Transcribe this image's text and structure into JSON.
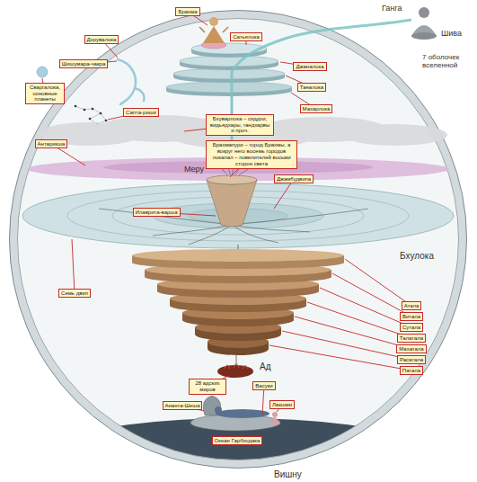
{
  "diagram": {
    "nodes": [
      {
        "text": [
          "Брахма"
        ]
      },
      {
        "text": [
          "Дхрувалока"
        ]
      },
      {
        "text": [
          "Сатьялока"
        ]
      },
      {
        "text": [
          "Шишумара-чакра"
        ]
      },
      {
        "text": [
          "Джаналока"
        ]
      },
      {
        "text": [
          "Сваргалока, основные планеты"
        ]
      },
      {
        "text": [
          "Таналока"
        ]
      },
      {
        "text": [
          "Сапта-риши"
        ]
      },
      {
        "text": [
          "Махарлока"
        ]
      },
      {
        "text": [
          "Бхуварлока – сиддхи, видьядхары, гандхарвы и проч."
        ]
      },
      {
        "text": [
          "Антарикша"
        ]
      },
      {
        "text": [
          "Брахмапури – город Брахмы, а вокруг него восемь городов локапал – повелителей восьми сторон света"
        ]
      },
      {
        "text": [
          "Джамбудвипа"
        ]
      },
      {
        "text": [
          "Илаврита-варша"
        ]
      },
      {
        "text": [
          "Семь двип"
        ]
      },
      {
        "text": [
          "Атала"
        ]
      },
      {
        "text": [
          "Витала"
        ]
      },
      {
        "text": [
          "Сутала"
        ]
      },
      {
        "text": [
          "Талатала"
        ]
      },
      {
        "text": [
          "Махатала"
        ]
      },
      {
        "text": [
          "Расатала"
        ]
      },
      {
        "text": [
          "Патала"
        ]
      },
      {
        "text": [
          "28 адских миров"
        ]
      },
      {
        "text": [
          "Васуки"
        ]
      },
      {
        "text": [
          "Ананта-Шеша"
        ]
      },
      {
        "text": [
          "Лакшми"
        ]
      },
      {
        "text": [
          "Океан Гарбходака"
        ]
      }
    ],
    "labels": [
      "Ганга",
      "Шива",
      "7 оболочек вселенной",
      "Меру",
      "Бхулока",
      "Ад",
      "Вишну"
    ]
  }
}
